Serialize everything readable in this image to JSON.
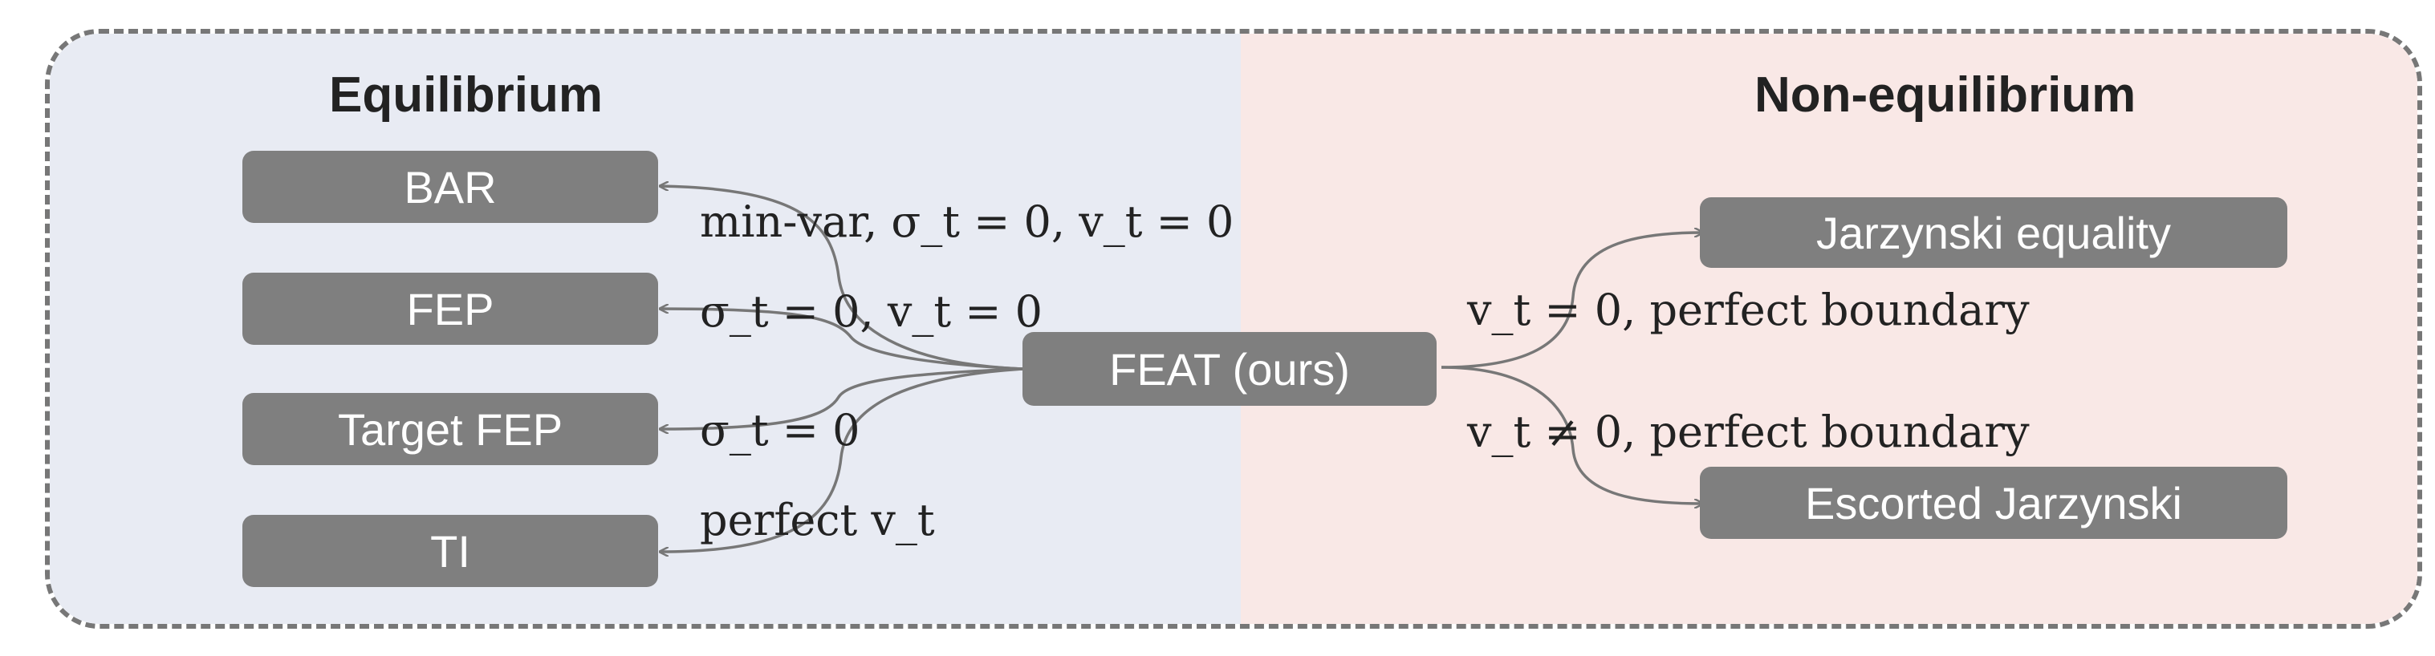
{
  "headings": {
    "equilibrium": "Equilibrium",
    "non_equilibrium": "Non-equilibrium"
  },
  "center_box": "FEAT (ours)",
  "left_methods": [
    {
      "name": "BAR",
      "condition_prefix": "min-var, ",
      "condition": "σ_t = 0, v_t = 0"
    },
    {
      "name": "FEP",
      "condition_prefix": "",
      "condition": "σ_t = 0, v_t = 0"
    },
    {
      "name": "Target FEP",
      "condition_prefix": "",
      "condition": "σ_t = 0"
    },
    {
      "name": "TI",
      "condition_prefix": "perfect ",
      "condition": "v_t"
    }
  ],
  "right_methods": [
    {
      "name": "Jarzynski equality",
      "condition_math": "v_t = 0",
      "condition_text": ", perfect boundary"
    },
    {
      "name": "Escorted Jarzynski",
      "condition_math": "v_t ≠ 0",
      "condition_text": ", perfect boundary"
    }
  ],
  "colors": {
    "left_panel": "#e8ebf3",
    "right_panel": "#f9e8e6",
    "box": "#7f7f7f",
    "arrow": "#777777"
  }
}
